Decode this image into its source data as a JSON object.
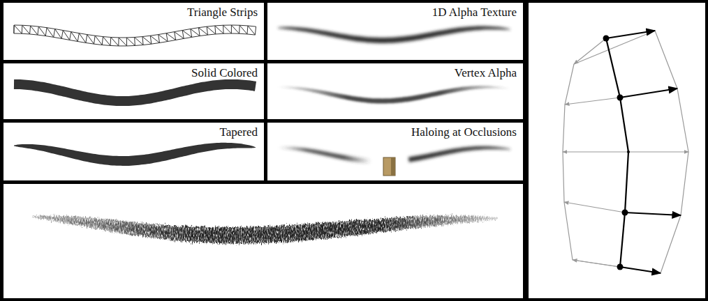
{
  "diagram": {
    "nodes": [
      {
        "text": [
          "Triangle Strips"
        ]
      },
      {
        "text": [
          "1D Alpha Texture"
        ]
      },
      {
        "text": [
          "Solid Colored"
        ]
      },
      {
        "text": [
          "Vertex Alpha"
        ]
      },
      {
        "text": [
          "Tapered"
        ]
      },
      {
        "text": [
          "Haloing at Occlusions"
        ]
      }
    ]
  }
}
